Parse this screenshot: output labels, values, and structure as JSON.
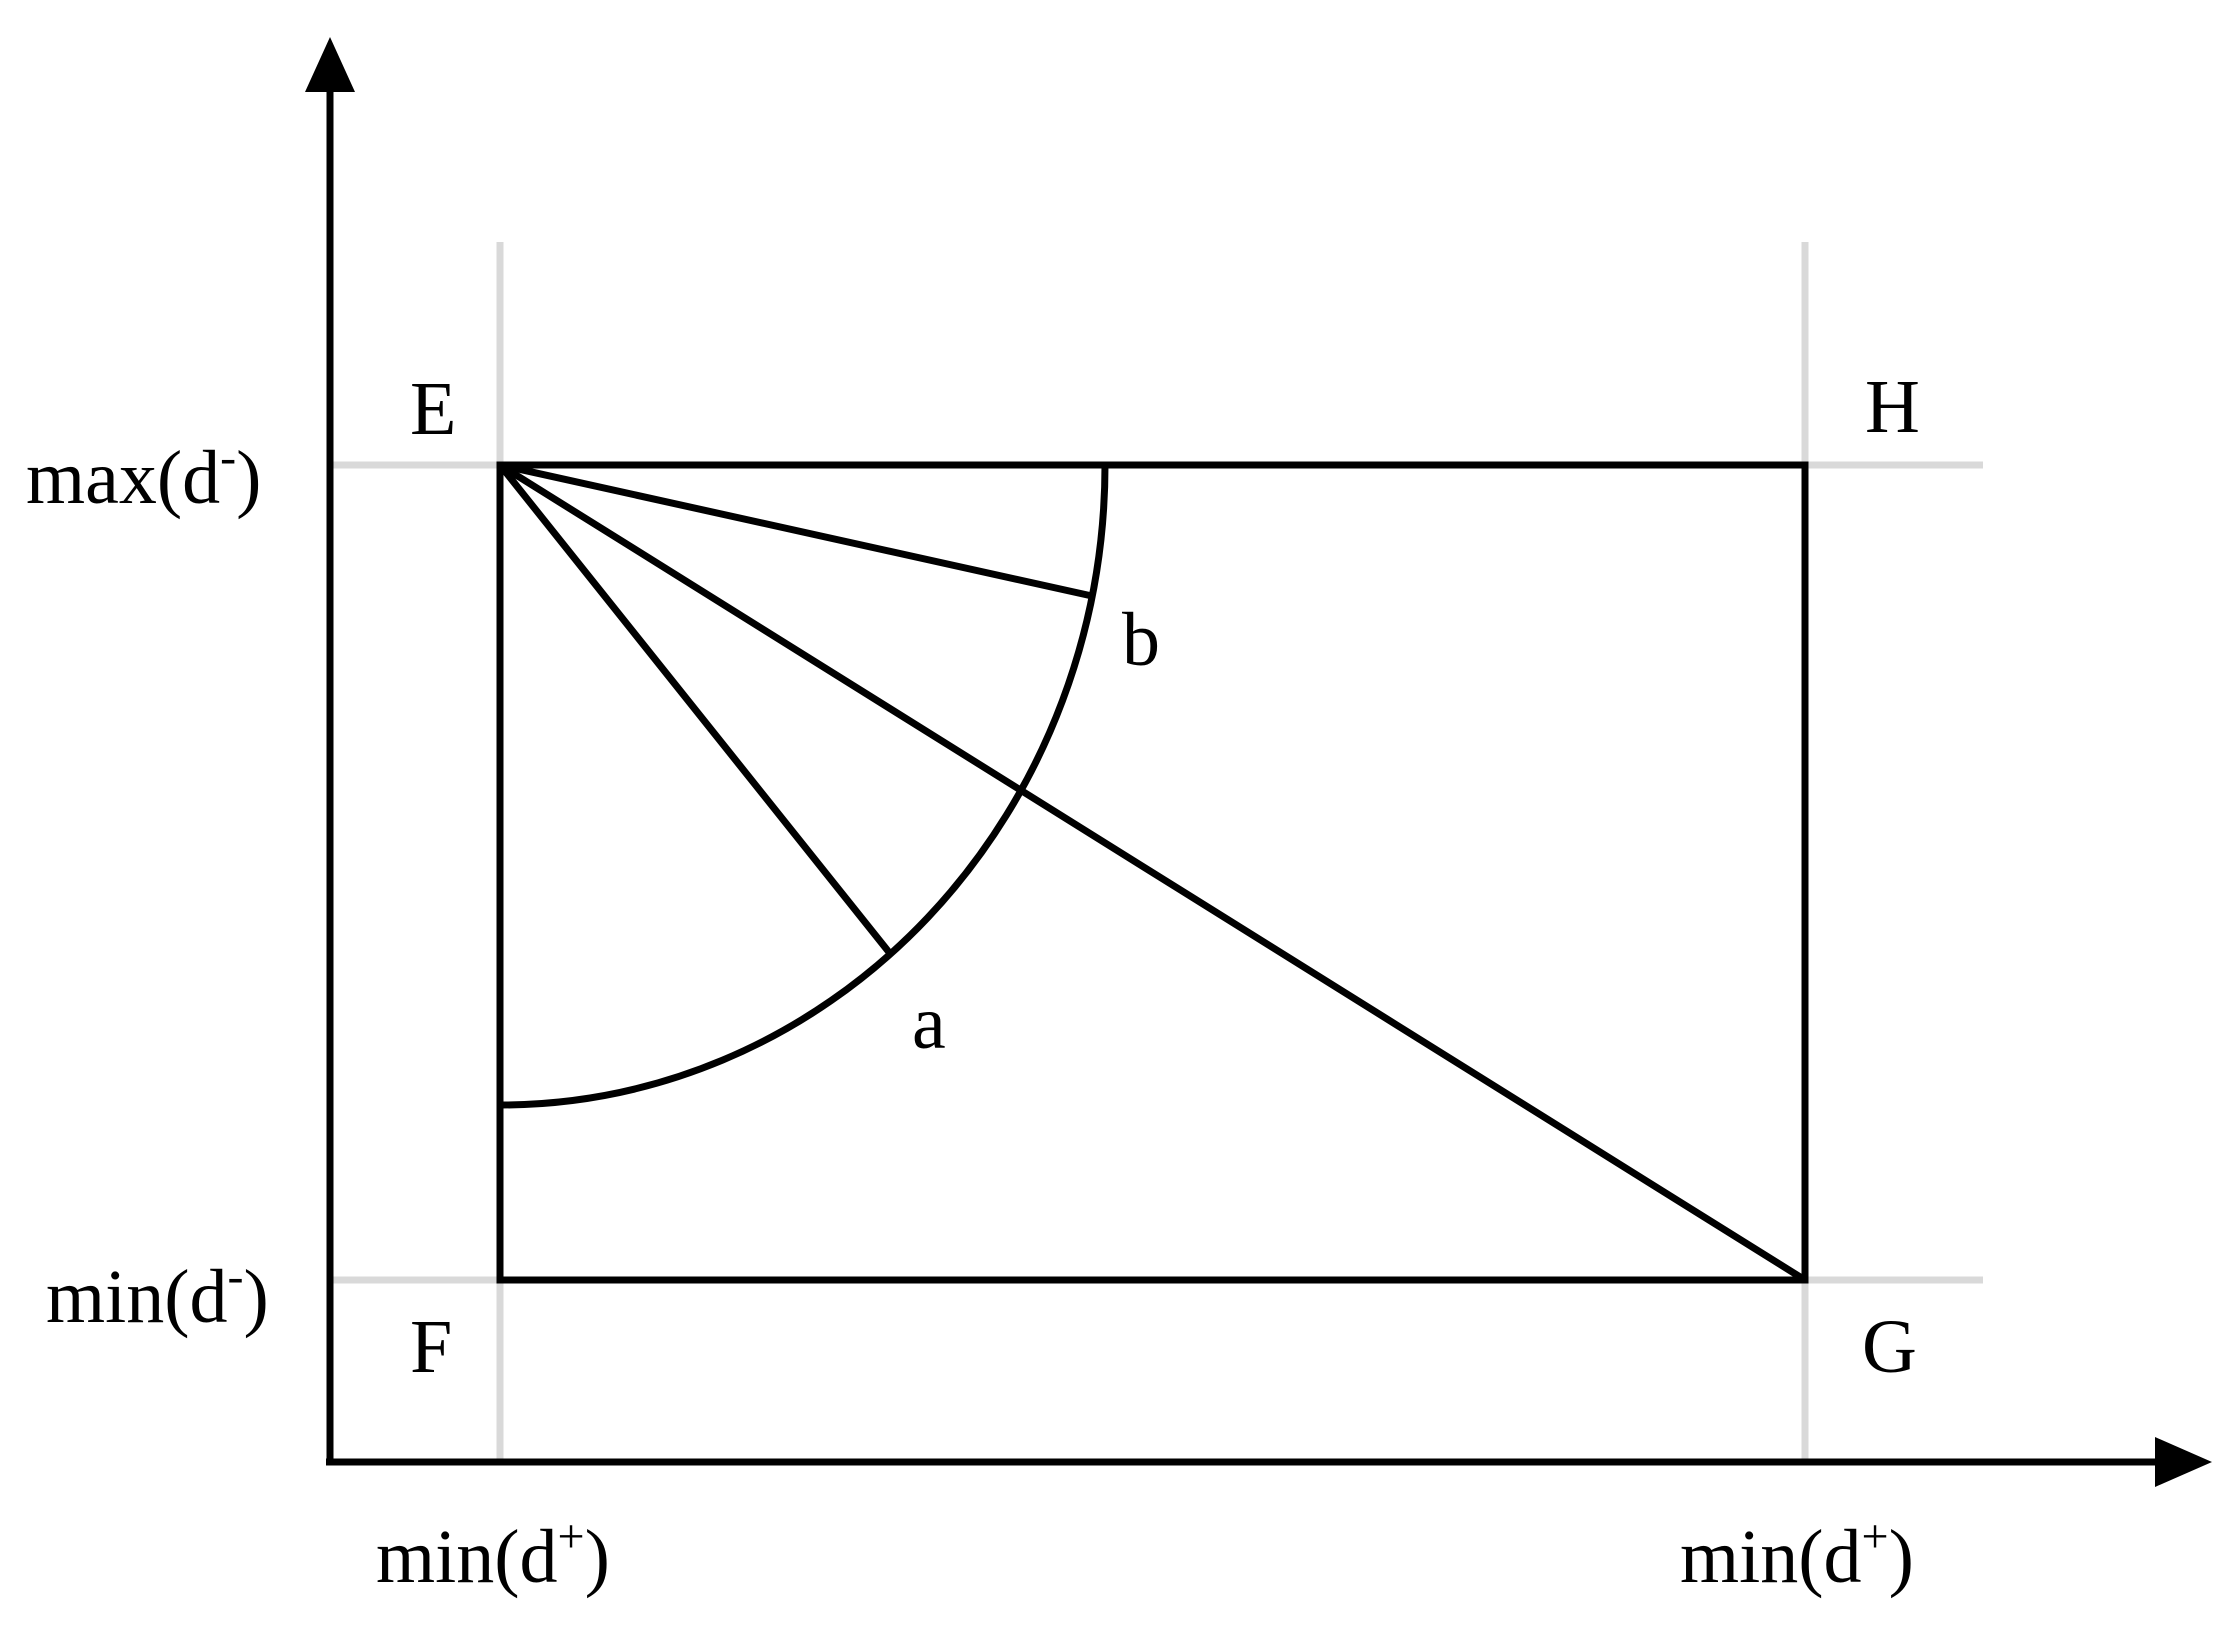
{
  "colors": {
    "stroke": "#000000",
    "guide": "#d9d9d9",
    "background": "#ffffff"
  },
  "corners": {
    "top_left": "E",
    "top_right": "H",
    "bottom_left": "F",
    "bottom_right": "G"
  },
  "arc_points": {
    "a": "a",
    "b": "b"
  },
  "axis_labels": {
    "y_top": {
      "base": "max(d",
      "sup": "-",
      "close": ")"
    },
    "y_bottom": {
      "base": "min(d",
      "sup": "-",
      "close": ")"
    },
    "x_left": {
      "base": "min(d",
      "sup": "+",
      "close": ")"
    },
    "x_right": {
      "base": "min(d",
      "sup": "+",
      "close": ")"
    }
  }
}
